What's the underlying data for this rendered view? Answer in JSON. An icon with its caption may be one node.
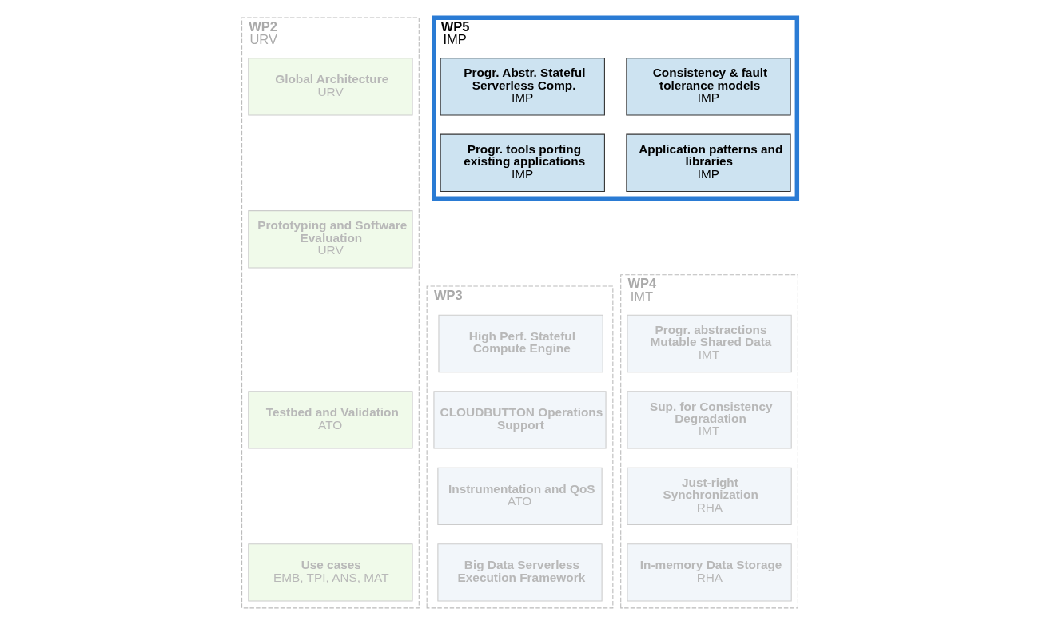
{
  "diagram": {
    "nodes": [
      {
        "text": [
          "WP2",
          "URV"
        ]
      },
      {
        "text": [
          "Global Architecture",
          "URV"
        ],
        "in": 0
      },
      {
        "text": [
          "Prototyping and Software Evaluation",
          "URV"
        ],
        "in": 0
      },
      {
        "text": [
          "Testbed and Validation",
          "ATO"
        ],
        "in": 0
      },
      {
        "text": [
          "Use cases",
          "EMB, TPI, ANS, MAT"
        ],
        "in": 0
      },
      {
        "text": [
          "WP5",
          "IMP"
        ]
      },
      {
        "text": [
          "Progr. Abstr. Stateful Serverless Comp.",
          "IMP"
        ],
        "in": 5
      },
      {
        "text": [
          "Consistency & fault tolerance models",
          "IMP"
        ],
        "in": 5
      },
      {
        "text": [
          "Progr. tools porting existing applications",
          "IMP"
        ],
        "in": 5
      },
      {
        "text": [
          "Application patterns and libraries",
          "IMP"
        ],
        "in": 5
      },
      {
        "text": [
          "WP3"
        ]
      },
      {
        "text": [
          "High Perf. Stateful Compute Engine"
        ],
        "in": 10
      },
      {
        "text": [
          "CLOUDBUTTON Operations Support"
        ],
        "in": 10
      },
      {
        "text": [
          "Instrumentation and QoS",
          "ATO"
        ],
        "in": 10
      },
      {
        "text": [
          "Big Data Serverless Execution Framework"
        ],
        "in": 10
      },
      {
        "text": [
          "WP4",
          "IMT"
        ]
      },
      {
        "text": [
          "Progr. abstractions Mutable Shared Data",
          "IMT"
        ],
        "in": 15
      },
      {
        "text": [
          "Sup. for Consistency Degradation",
          "IMT"
        ],
        "in": 15
      },
      {
        "text": [
          "Just-right Synchronization",
          "RHA"
        ],
        "in": 15
      },
      {
        "text": [
          "In-memory Data Storage",
          "RHA"
        ],
        "in": 15
      }
    ]
  }
}
